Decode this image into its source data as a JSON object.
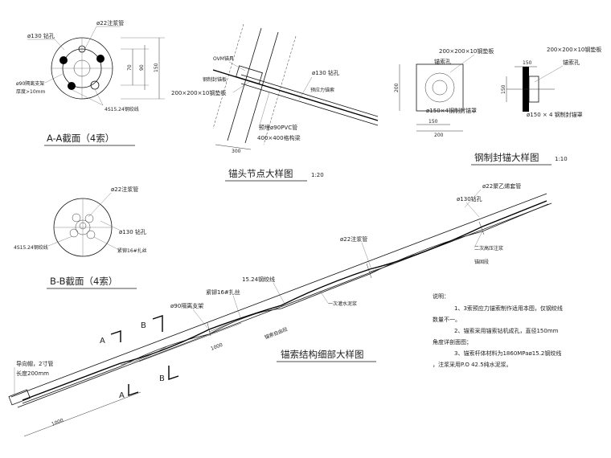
{
  "section_aa": {
    "title": "A-A截面（4索）",
    "labels": {
      "grout_pipe": "ø22注浆管",
      "hole": "ø130 钻孔",
      "spacer": "ø90隔离支架",
      "thickness": "厚度>10mm",
      "strands": "4S15.24钢绞线"
    },
    "dims": {
      "d70": "70",
      "d90": "90",
      "d150": "150"
    }
  },
  "anchor_head": {
    "title": "锚头节点大样图",
    "scale": "1:20",
    "labels": {
      "ovm": "OVM锚具",
      "seal_plate": "钢制封锚板",
      "plate": "200×200×10钢垫板",
      "hole": "ø130 钻孔",
      "prestress": "预应力锚索",
      "pvc": "预埋ø90PVC管",
      "column": "400×400格构梁"
    },
    "dims": {
      "d300": "300"
    }
  },
  "seal_detail": {
    "title": "钢制封锚大样图",
    "scale": "1:10",
    "labels": {
      "plate_left": "200×200×10钢垫板",
      "hole_left": "锚索孔",
      "seal_left": "ø150×4钢制封锚罩",
      "plate_right": "200×200×10钢垫板",
      "hole_right": "锚索孔",
      "seal_right": "ø150 × 4 钢制封锚罩"
    },
    "dims": {
      "d200v": "200",
      "d150h": "150",
      "d200h": "200",
      "d150top": "150",
      "d150v": "150"
    }
  },
  "section_bb": {
    "title": "B-B截面（4索）",
    "labels": {
      "grout_pipe": "ø22注浆管",
      "hole": "ø130 钻孔",
      "strands": "4S15.24钢绞线",
      "wire": "紧铆16#扎丝"
    }
  },
  "main_detail": {
    "title": "锚索结构细部大样图",
    "labels": {
      "pe_pipe": "ø22聚乙烯套管",
      "hole": "ø130钻孔",
      "grout2": "二次高压注浆",
      "grout_pipe": "ø22注浆管",
      "strand": "15.24钢绞线",
      "wire": "紧铆16#扎丝",
      "spacer": "ø90隔离支架",
      "grout1": "一次灌水泥浆",
      "guide_cap": "导向帽，2寸管",
      "guide_len": "长度200mm",
      "free_seg": "锚索自由段",
      "anchor_seg": "锚固段"
    },
    "section_marks": {
      "a": "A",
      "b": "B"
    },
    "dims": {
      "d1000a": "1000",
      "d1000b": "1000"
    }
  },
  "notes": {
    "heading": "说明：",
    "lines": [
      "1、3索预应力锚索制作适用本图，仅钢绞线",
      "数量不一。",
      "2、锚索采用锚索钻机成孔，直径150mm",
      "角度详剖面图；",
      "3、锚索杆体材料为1860MPaø15.2钢绞线",
      "，注浆采用P.O 42.5纯水泥浆。"
    ]
  }
}
